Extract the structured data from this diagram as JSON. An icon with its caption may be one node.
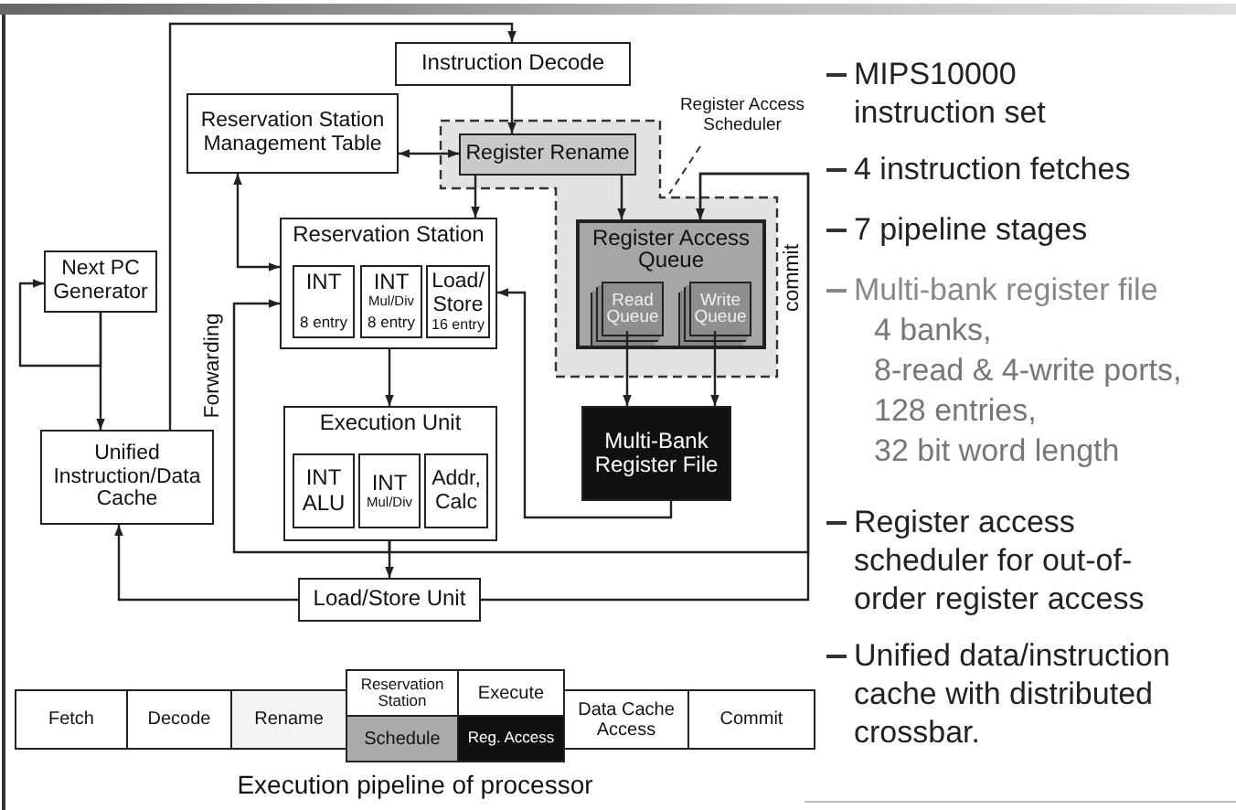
{
  "diagram": {
    "caption": "Execution pipeline of processor",
    "nodes": [
      {
        "text": [
          "Instruction Decode"
        ]
      },
      {
        "text": [
          "Reservation Station Management Table"
        ]
      },
      {
        "text": [
          "Register Access Scheduler"
        ]
      },
      {
        "text": [
          "Register Rename"
        ],
        "in": 2
      },
      {
        "text": [
          "Register Access Queue"
        ],
        "in": 2
      },
      {
        "text": [
          "Read Queue"
        ],
        "in": 4
      },
      {
        "text": [
          "Write Queue"
        ],
        "in": 4
      },
      {
        "text": [
          "Multi-Bank Register File"
        ]
      },
      {
        "text": [
          "Reservation Station"
        ]
      },
      {
        "text": [
          "INT",
          "8 entry"
        ],
        "in": 8
      },
      {
        "text": [
          "INT",
          "Mul/Div",
          "8 entry"
        ],
        "in": 8
      },
      {
        "text": [
          "Load/ Store",
          "16 entry"
        ],
        "in": 8
      },
      {
        "text": [
          "Execution Unit"
        ]
      },
      {
        "text": [
          "INT ALU"
        ],
        "in": 12
      },
      {
        "text": [
          "INT",
          "Mul/Div"
        ],
        "in": 12
      },
      {
        "text": [
          "Addr, Calc"
        ],
        "in": 12
      },
      {
        "text": [
          "Next PC Generator"
        ]
      },
      {
        "text": [
          "Unified Instruction/Data Cache"
        ]
      },
      {
        "text": [
          "Load/Store Unit"
        ]
      }
    ],
    "edges": [
      {
        "from": 17,
        "to": 0,
        "arrow": "to"
      },
      {
        "from": 16,
        "to": 17,
        "arrow": "to"
      },
      {
        "from": 16,
        "to": 16,
        "arrow": "to"
      },
      {
        "from": 0,
        "to": 3,
        "arrow": "to"
      },
      {
        "from": 3,
        "to": 1,
        "arrow": "both"
      },
      {
        "from": 1,
        "to": 8,
        "arrow": "both"
      },
      {
        "from": 3,
        "to": 8,
        "arrow": "to"
      },
      {
        "from": 3,
        "to": 4,
        "arrow": "to"
      },
      {
        "from": 5,
        "to": 7,
        "arrow": "to"
      },
      {
        "from": 6,
        "to": 7,
        "arrow": "to"
      },
      {
        "from": 7,
        "to": 8,
        "arrow": "to"
      },
      {
        "from": 8,
        "to": 12,
        "arrow": "to"
      },
      {
        "from": 12,
        "to": 18,
        "arrow": "to"
      },
      {
        "from": 12,
        "to": 8,
        "arrow": "to",
        "label": "Forwarding"
      },
      {
        "from": 12,
        "to": 4,
        "arrow": "to",
        "label": "commit"
      },
      {
        "from": 18,
        "to": 4,
        "arrow": "to"
      },
      {
        "from": 18,
        "to": 17,
        "arrow": "to"
      }
    ],
    "labels": [
      "Fetch",
      "Decode",
      "Rename",
      "Reservation Station",
      "Execute",
      "Schedule",
      "Reg. Access",
      "Data Cache Access",
      "Commit",
      "MIPS10000 instruction set",
      "4 instruction fetches",
      "7 pipeline stages",
      "Multi-bank register file",
      "4 banks,",
      "8-read & 4-write ports,",
      "128 entries,",
      "32 bit word length",
      "Register access scheduler for out-of-order register access",
      "Unified data/instruction cache with distributed crossbar."
    ]
  }
}
